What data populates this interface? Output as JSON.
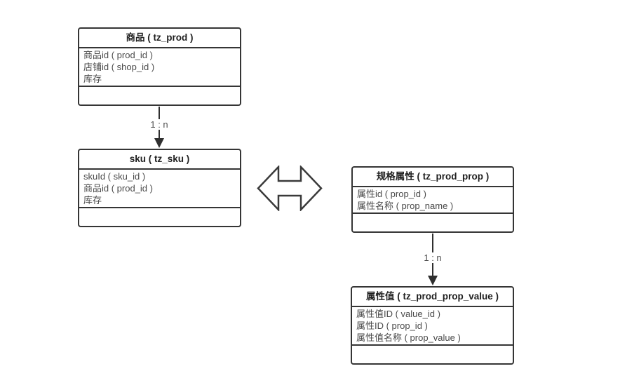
{
  "diagram": {
    "background_color": "#ffffff",
    "line_color": "#353535",
    "tables": [
      {
        "id": "prod",
        "title": "商品 ( tz_prod )",
        "fields": [
          "商品id ( prod_id )",
          "店铺id ( shop_id )",
          "库存"
        ]
      },
      {
        "id": "sku",
        "title": "sku ( tz_sku )",
        "fields": [
          "skuId ( sku_id )",
          "商品id ( prod_id )",
          "库存"
        ]
      },
      {
        "id": "prop",
        "title": "规格属性 ( tz_prod_prop )",
        "fields": [
          "属性id ( prop_id )",
          "属性名称 ( prop_name )"
        ]
      },
      {
        "id": "prop_value",
        "title": "属性值 ( tz_prod_prop_value )",
        "fields": [
          "属性值ID ( value_id )",
          "属性ID ( prop_id )",
          "属性值名称 ( prop_value )"
        ]
      }
    ],
    "connectors": [
      {
        "from": "prod",
        "to": "sku",
        "label": "1 : n"
      },
      {
        "from": "prop",
        "to": "prop_value",
        "label": "1 : n"
      }
    ],
    "relation_icon": "double-headed-arrow"
  }
}
